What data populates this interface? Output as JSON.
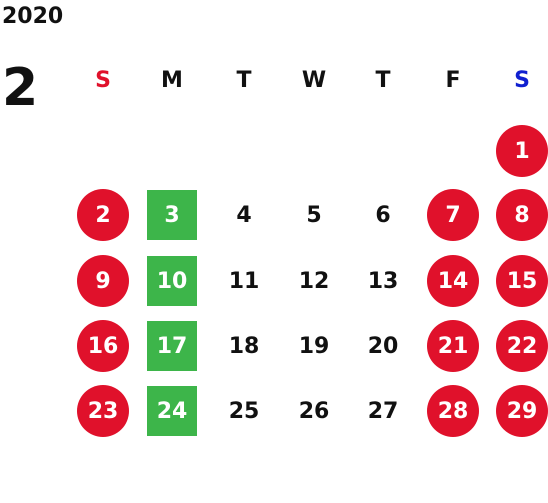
{
  "calendar": {
    "year": "2020",
    "month": "2",
    "weekdays": [
      "S",
      "M",
      "T",
      "W",
      "T",
      "F",
      "S"
    ],
    "colors": {
      "holiday_red": "#E0112B",
      "highlight_green": "#3DB54A",
      "sunday_label": "#E0112B",
      "saturday_label": "#1020D0"
    },
    "days": [
      {
        "label": "1",
        "style": "circle"
      },
      {
        "label": "2",
        "style": "circle"
      },
      {
        "label": "3",
        "style": "square"
      },
      {
        "label": "4",
        "style": "plain"
      },
      {
        "label": "5",
        "style": "plain"
      },
      {
        "label": "6",
        "style": "plain"
      },
      {
        "label": "7",
        "style": "circle"
      },
      {
        "label": "8",
        "style": "circle"
      },
      {
        "label": "9",
        "style": "circle"
      },
      {
        "label": "10",
        "style": "square"
      },
      {
        "label": "11",
        "style": "plain"
      },
      {
        "label": "12",
        "style": "plain"
      },
      {
        "label": "13",
        "style": "plain"
      },
      {
        "label": "14",
        "style": "circle"
      },
      {
        "label": "15",
        "style": "circle"
      },
      {
        "label": "16",
        "style": "circle"
      },
      {
        "label": "17",
        "style": "square"
      },
      {
        "label": "18",
        "style": "plain"
      },
      {
        "label": "19",
        "style": "plain"
      },
      {
        "label": "20",
        "style": "plain"
      },
      {
        "label": "21",
        "style": "circle"
      },
      {
        "label": "22",
        "style": "circle"
      },
      {
        "label": "23",
        "style": "circle"
      },
      {
        "label": "24",
        "style": "square"
      },
      {
        "label": "25",
        "style": "plain"
      },
      {
        "label": "26",
        "style": "plain"
      },
      {
        "label": "27",
        "style": "plain"
      },
      {
        "label": "28",
        "style": "circle"
      },
      {
        "label": "29",
        "style": "circle"
      }
    ]
  }
}
